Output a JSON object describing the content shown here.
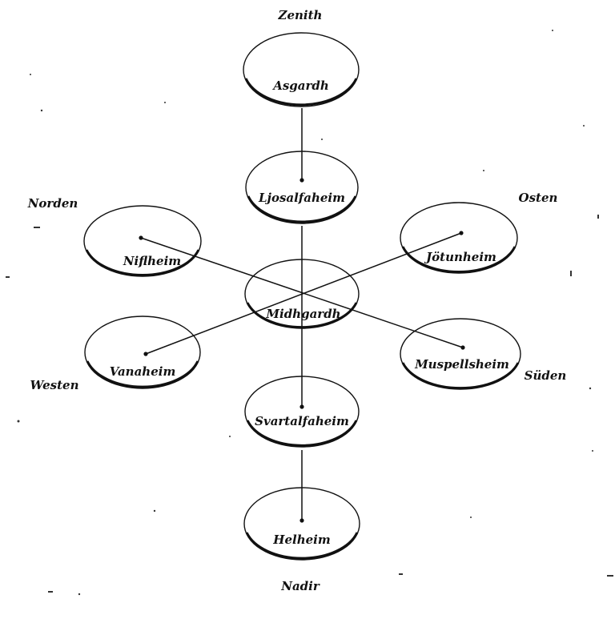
{
  "directions": {
    "zenith": "Zenith",
    "nadir": "Nadir",
    "north": "Norden",
    "east": "Osten",
    "west": "Westen",
    "south": "Süden"
  },
  "worlds": {
    "asgardh": "Asgardh",
    "ljosalfaheim": "Ljosalfaheim",
    "niflheim": "Niflheim",
    "jotunheim": "Jötunheim",
    "midhgardh": "Midhgardh",
    "vanaheim": "Vanaheim",
    "muspellsheim": "Muspellsheim",
    "svartalfaheim": "Svartalfaheim",
    "helheim": "Helheim"
  },
  "colors": {
    "ink": "#111111",
    "paper": "#ffffff"
  }
}
